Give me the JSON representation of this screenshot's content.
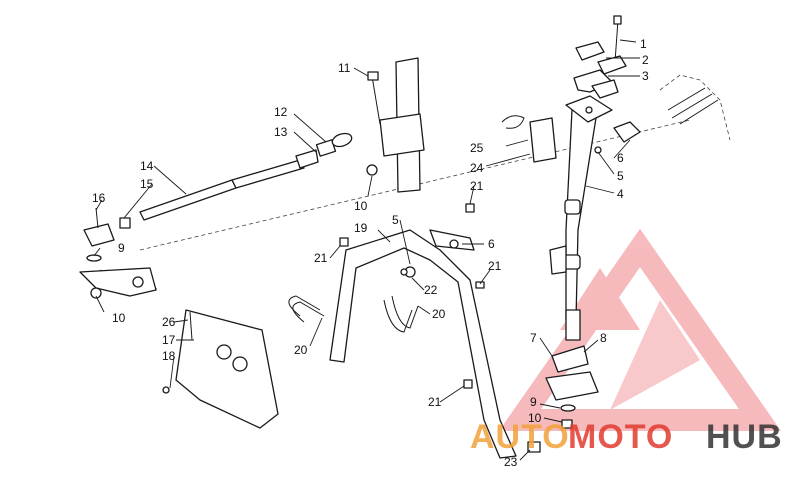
{
  "callouts": {
    "c1": "1",
    "c2": "2",
    "c3": "3",
    "c4": "4",
    "c5a": "5",
    "c5b": "5",
    "c6a": "6",
    "c6b": "6",
    "c7": "7",
    "c8": "8",
    "c9a": "9",
    "c9b": "9",
    "c10a": "10",
    "c10b": "10",
    "c10c": "10",
    "c11": "11",
    "c12": "12",
    "c13": "13",
    "c14": "14",
    "c15": "15",
    "c16": "16",
    "c17": "17",
    "c18": "18",
    "c19": "19",
    "c20a": "20",
    "c20b": "20",
    "c21a": "21",
    "c21b": "21",
    "c21c": "21",
    "c21d": "21",
    "c22": "22",
    "c23": "23",
    "c24": "24",
    "c25": "25",
    "c26": "26"
  },
  "watermark": {
    "part1": "AUTO",
    "part2": "MOTO",
    "part3": "HUB",
    "color1": "#f2a23a",
    "color2": "#e23b2e",
    "color3": "#333333",
    "triangle_color": "#f4a3a8"
  }
}
